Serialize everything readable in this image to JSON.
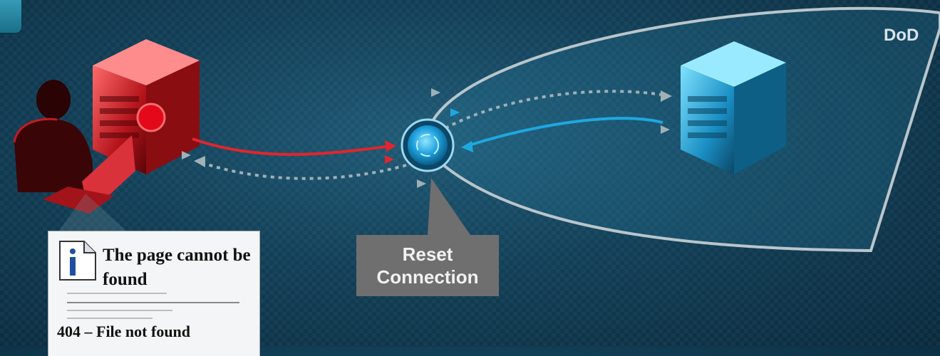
{
  "diagram": {
    "zone_label": "DoD",
    "reset_label_line1": "Reset",
    "reset_label_line2": "Connection",
    "error_page": {
      "title": "The page cannot be found",
      "footer": "404 – File not found"
    }
  },
  "colors": {
    "attacker_red": "#e0262d",
    "defender_blue": "#1ea8e0",
    "callout_gray": "#6f6f6f"
  }
}
